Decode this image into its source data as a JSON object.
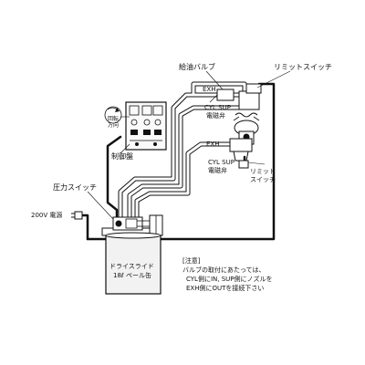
{
  "labels": {
    "control_panel": "制御盤",
    "rotation_direction_line1": "回転",
    "rotation_direction_line2": "方向",
    "oil_supply_valve": "給油バルブ",
    "limit_switch_top": "リミットスイッチ",
    "exh_top": "EXH",
    "cyl_sup_top": "CYL   SUP",
    "solenoid_valve_top": "電磁弁",
    "exh_mid": "EXH",
    "cyl_sup_mid": "CYL   SUP",
    "solenoid_valve_mid": "電磁弁",
    "limit_switch_right_line1": "リミット",
    "limit_switch_right_line2": "スイッチ",
    "pressure_switch": "圧力スイッチ",
    "power_supply": "200V 電源",
    "drum_line1": "ドライスライド",
    "drum_line2": "18ℓ ペール缶"
  },
  "note": {
    "title": "[注意]",
    "line1": "バルブの取付にあたっては、",
    "line2": "CYL側にIN, SUP側にノズルを",
    "line3": "EXH側にOUTを接続下さい"
  },
  "colors": {
    "line": "#111111",
    "pipe_fill": "#ffffff",
    "tank_fill": "#f2f2f2",
    "panel_fill": "#fafafa"
  }
}
